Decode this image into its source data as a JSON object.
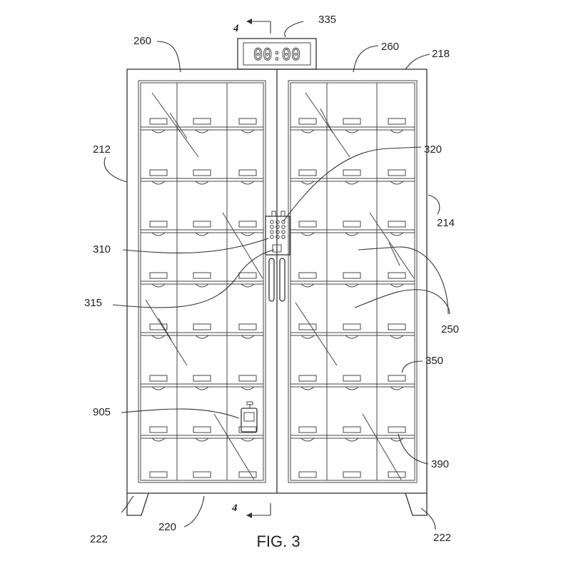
{
  "figure": {
    "caption": "FIG. 3",
    "display_readout": "00:00",
    "section_marker": "4",
    "reference_numerals": {
      "r335": "335",
      "r260a": "260",
      "r260b": "260",
      "r218": "218",
      "r212": "212",
      "r320": "320",
      "r214": "214",
      "r310": "310",
      "r315": "315",
      "r250": "250",
      "r350": "350",
      "r905": "905",
      "r390": "390",
      "r222a": "222",
      "r220": "220",
      "r222b": "222"
    }
  }
}
